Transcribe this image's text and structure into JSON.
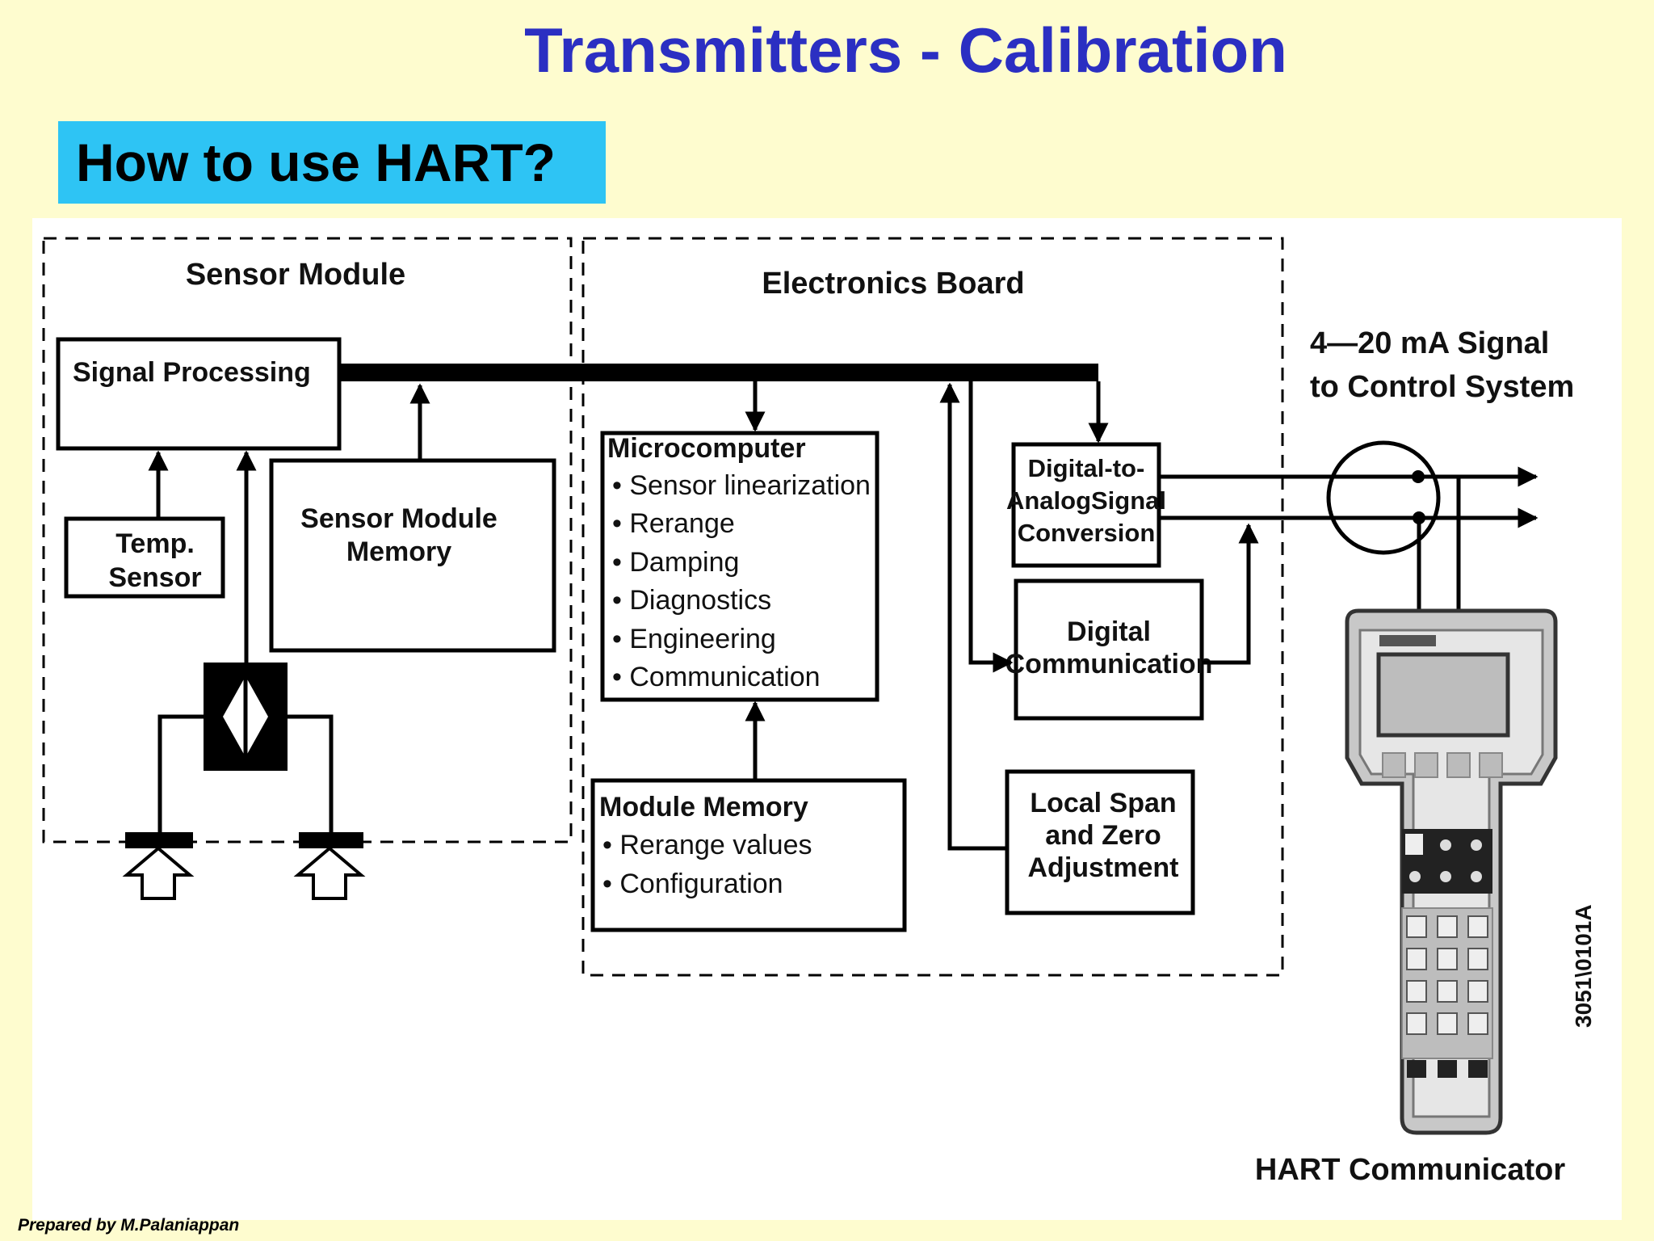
{
  "header": {
    "title": "Transmitters - Calibration",
    "subtitle": "How to use HART?"
  },
  "diagram": {
    "sensor_module_label": "Sensor Module",
    "electronics_board_label": "Electronics Board",
    "signal_processing": "Signal Processing",
    "temp_sensor": [
      "Temp.",
      "Sensor"
    ],
    "sensor_module_memory": [
      "Sensor Module",
      "Memory"
    ],
    "microcomputer": {
      "title": "Microcomputer",
      "items": [
        "• Sensor linearization",
        "• Rerange",
        "• Damping",
        "• Diagnostics",
        "• Engineering",
        "• Communication"
      ]
    },
    "module_memory": {
      "title": "Module Memory",
      "items": [
        "• Rerange values",
        "• Configuration"
      ]
    },
    "dac": [
      "Digital-to-",
      "AnalogSignal",
      "Conversion"
    ],
    "digital_communication": [
      "Digital",
      "Communication"
    ],
    "local_span": [
      "Local Span",
      "and Zero",
      "Adjustment"
    ],
    "signal_output": [
      "4—20 mA Signal",
      "to Control System"
    ],
    "hart_communicator": "HART Communicator",
    "figure_code": "3051\\0101A"
  },
  "footer": {
    "prepared_by": "Prepared by M.Palaniappan"
  }
}
